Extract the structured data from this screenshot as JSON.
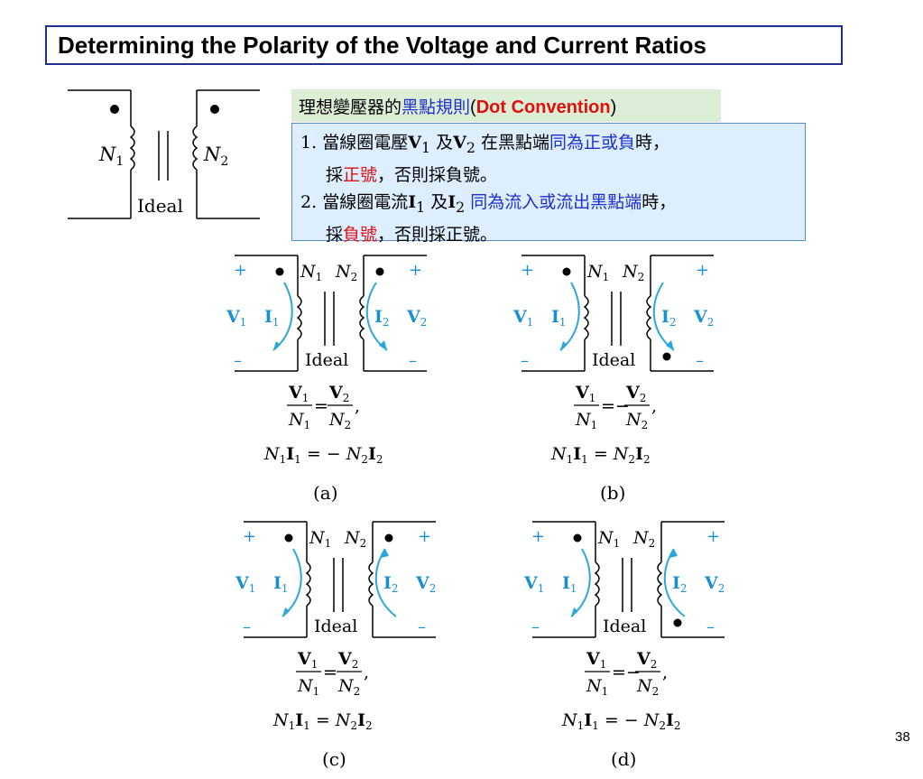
{
  "slide": {
    "title": "Determining the Polarity of the Voltage and Current Ratios",
    "page_number": "38"
  },
  "dot_convention": {
    "prefix": "理想變壓器的",
    "highlight": "黑點規則",
    "open": "(",
    "english": "Dot Convention",
    "close": ")"
  },
  "rules": {
    "r1_num": "1.",
    "r1_a": "當線圈電壓",
    "r1_b": "在黑點端",
    "r1_hl": "同為正或負",
    "r1_c": "時，",
    "r1_d": "採",
    "r1_sign": "正號",
    "r1_e": "，否則採負號。",
    "r2_num": "2.",
    "r2_a": "當線圈電流",
    "r2_hl": "同為流入或流出黑點端",
    "r2_c": "時，",
    "r2_d": "採",
    "r2_sign": "負號",
    "r2_e": "，否則採正號。",
    "v1": "V",
    "v2": "V",
    "i1": "I",
    "i2": "I",
    "sub1": "1",
    "sub2": "2",
    "and": "及"
  },
  "top_diagram": {
    "n1": "N",
    "n2": "N",
    "sub1": "1",
    "sub2": "2",
    "core": "Ideal"
  },
  "panels": [
    {
      "label": "(a)",
      "v1": "V",
      "i1": "I",
      "i2": "I",
      "v2": "V",
      "n1": "N",
      "n2": "N",
      "core": "Ideal",
      "plus": "+",
      "minus": "–",
      "eq_num1": "V",
      "eq_den1": "N",
      "eq_sign": "=",
      "eq_num2": "V",
      "eq_den2": "N",
      "eq_comma": ",",
      "eq2_left": "N",
      "eq2_mid": "I",
      "eq2_eq": "= −",
      "eq2_right_n": "N",
      "eq2_right_i": "I",
      "sub1": "1",
      "sub2": "2"
    },
    {
      "label": "(b)",
      "v1": "V",
      "i1": "I",
      "i2": "I",
      "v2": "V",
      "n1": "N",
      "n2": "N",
      "core": "Ideal",
      "plus": "+",
      "minus": "–",
      "eq_num1": "V",
      "eq_den1": "N",
      "eq_sign": "=−",
      "eq_num2": "V",
      "eq_den2": "N",
      "eq_comma": ",",
      "eq2_left": "N",
      "eq2_mid": "I",
      "eq2_eq": "=",
      "eq2_right_n": "N",
      "eq2_right_i": "I",
      "sub1": "1",
      "sub2": "2"
    },
    {
      "label": "(c)",
      "v1": "V",
      "i1": "I",
      "i2": "I",
      "v2": "V",
      "n1": "N",
      "n2": "N",
      "core": "Ideal",
      "plus": "+",
      "minus": "–",
      "eq_num1": "V",
      "eq_den1": "N",
      "eq_sign": "=",
      "eq_num2": "V",
      "eq_den2": "N",
      "eq_comma": ",",
      "eq2_left": "N",
      "eq2_mid": "I",
      "eq2_eq": "=",
      "eq2_right_n": "N",
      "eq2_right_i": "I",
      "sub1": "1",
      "sub2": "2"
    },
    {
      "label": "(d)",
      "v1": "V",
      "i1": "I",
      "i2": "I",
      "v2": "V",
      "n1": "N",
      "n2": "N",
      "core": "Ideal",
      "plus": "+",
      "minus": "–",
      "eq_num1": "V",
      "eq_den1": "N",
      "eq_sign": "=−",
      "eq_num2": "V",
      "eq_den2": "N",
      "eq_comma": ",",
      "eq2_left": "N",
      "eq2_mid": "I",
      "eq2_eq": "= −",
      "eq2_right_n": "N",
      "eq2_right_i": "I",
      "sub1": "1",
      "sub2": "2"
    }
  ],
  "colors": {
    "title_border": "#1f2f8f",
    "accent_blue": "#1f2fcf",
    "accent_red": "#e01010",
    "arrow_cyan": "#2aa8d8",
    "circuit_blue": "#1a8fd0"
  }
}
